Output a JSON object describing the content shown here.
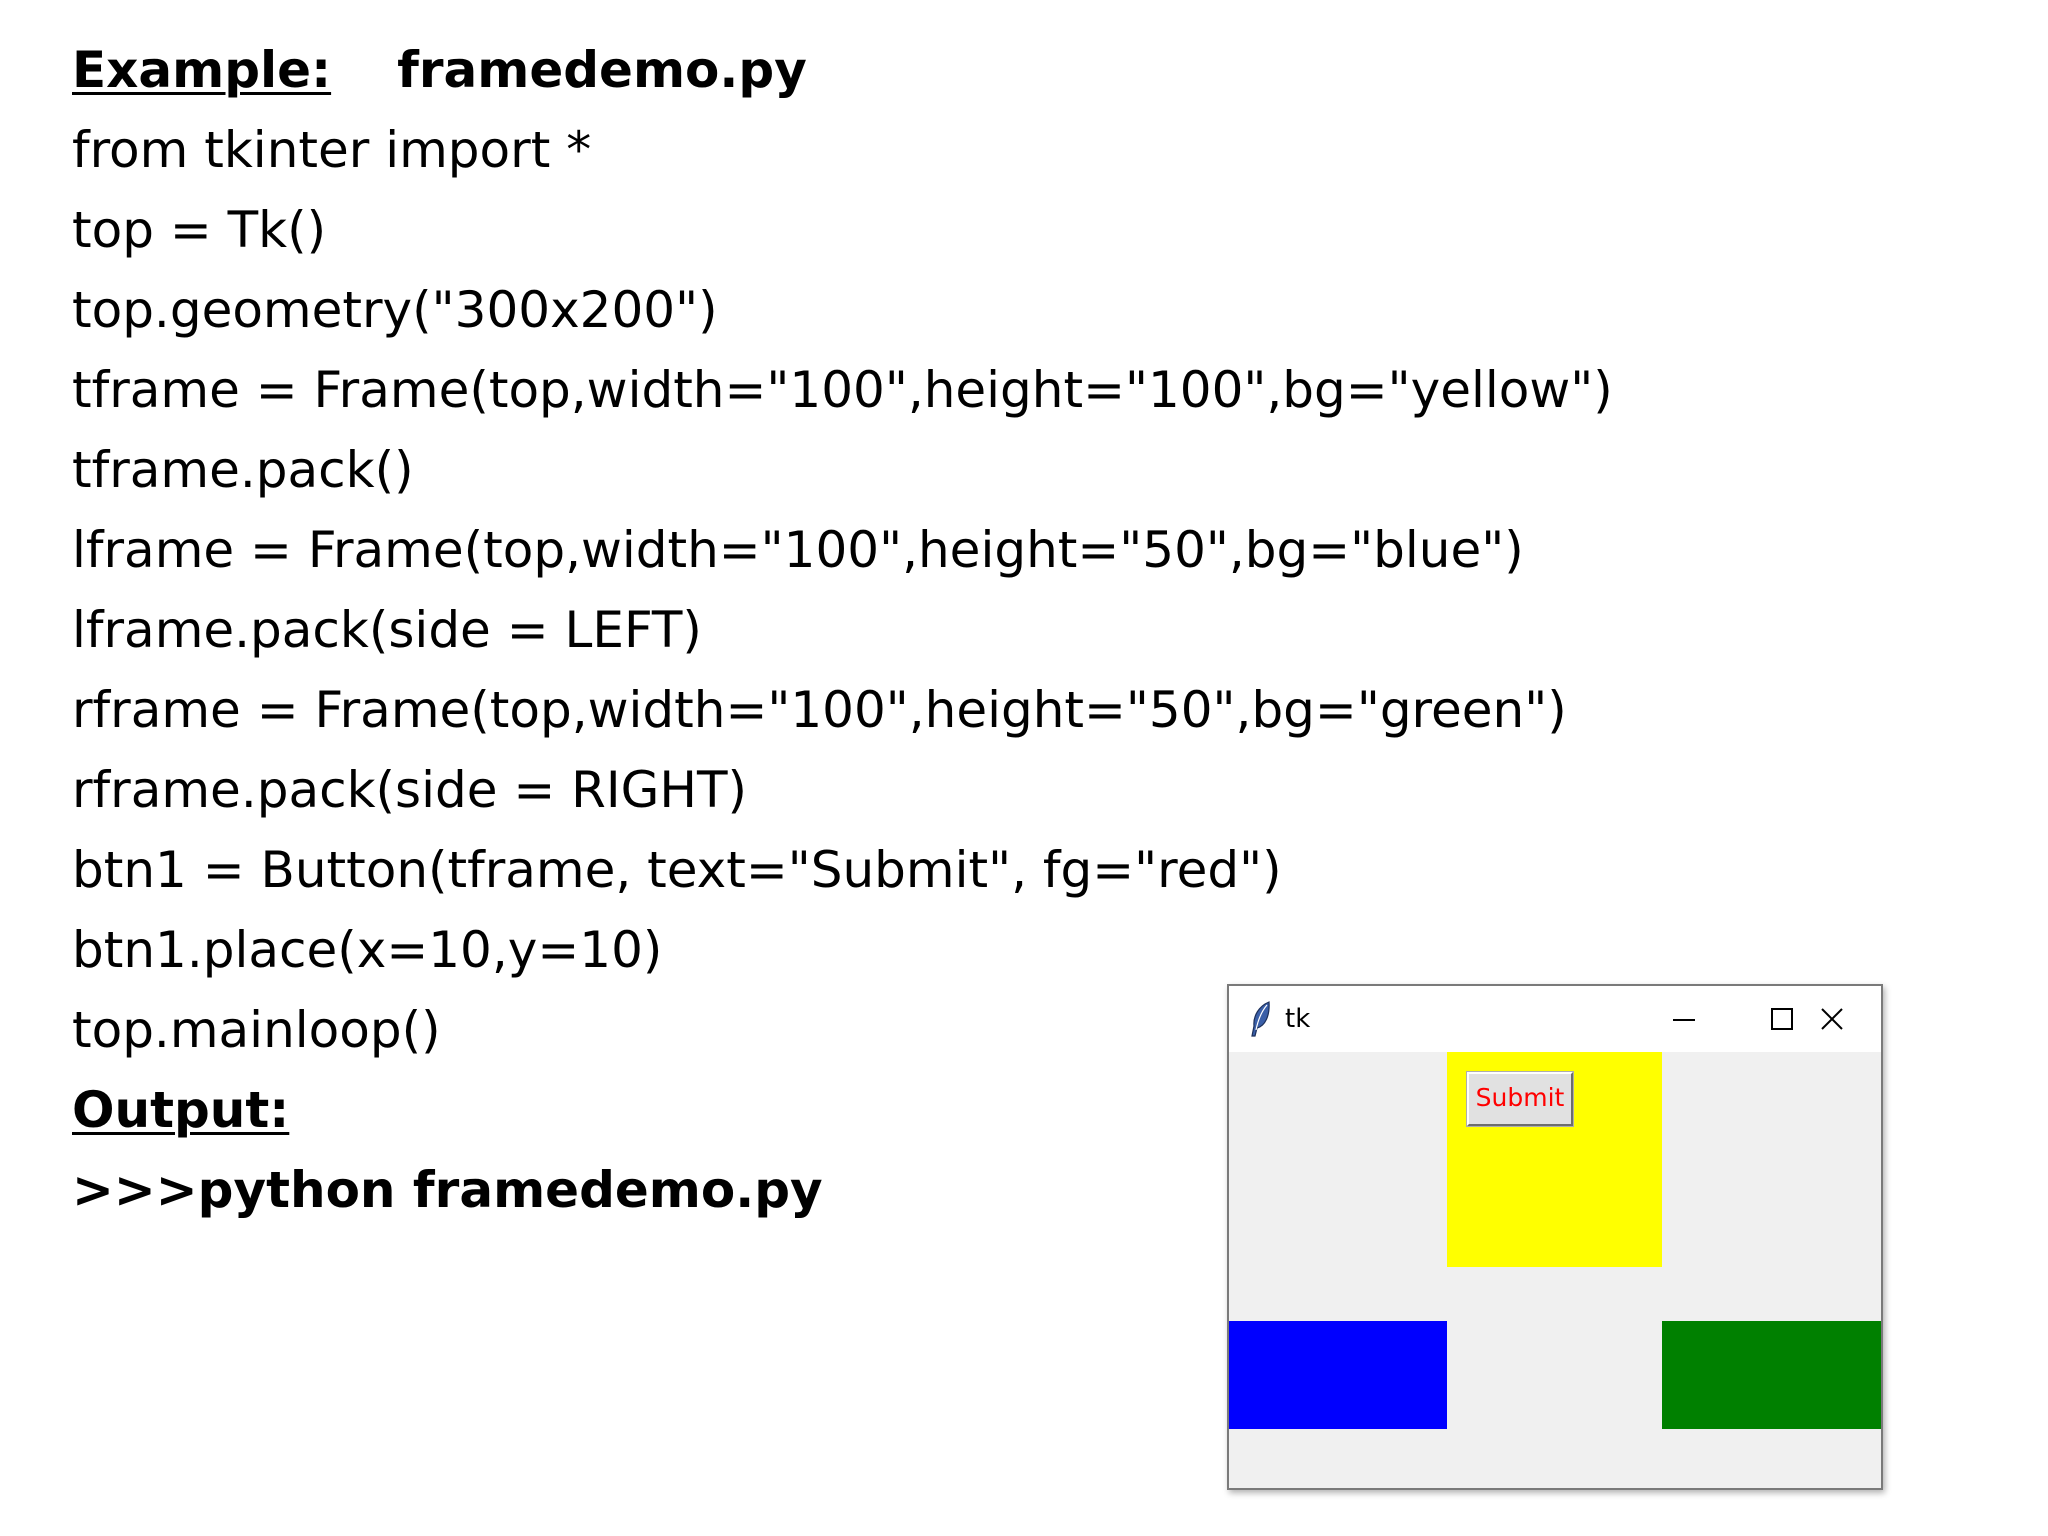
{
  "slide": {
    "example_label": "Example:",
    "filename": "framedemo.py",
    "code_lines": [
      "from tkinter import *",
      "top = Tk()",
      "top.geometry(\"300x200\")",
      "tframe = Frame(top,width=\"100\",height=\"100\",bg=\"yellow\")",
      "tframe.pack()",
      "lframe = Frame(top,width=\"100\",height=\"50\",bg=\"blue\")",
      "lframe.pack(side = LEFT)",
      "rframe = Frame(top,width=\"100\",height=\"50\",bg=\"green\")",
      "rframe.pack(side = RIGHT)",
      "btn1 = Button(tframe, text=\"Submit\", fg=\"red\")",
      "btn1.place(x=10,y=10)",
      "top.mainloop()"
    ],
    "output_label": "Output:",
    "command": ">>>python framedemo.py"
  },
  "tk_window": {
    "title": "tk",
    "icons": {
      "app": "tk-feather-icon",
      "minimize": "minimize-icon",
      "maximize": "maximize-icon",
      "close": "close-icon"
    },
    "submit_label": "Submit",
    "colors": {
      "client_bg": "#f0f0f0",
      "titlebar_bg": "#ffffff",
      "top_frame": "#ffff00",
      "left_frame": "#0000ff",
      "right_frame": "#008000",
      "button_text": "#ff0000"
    }
  }
}
